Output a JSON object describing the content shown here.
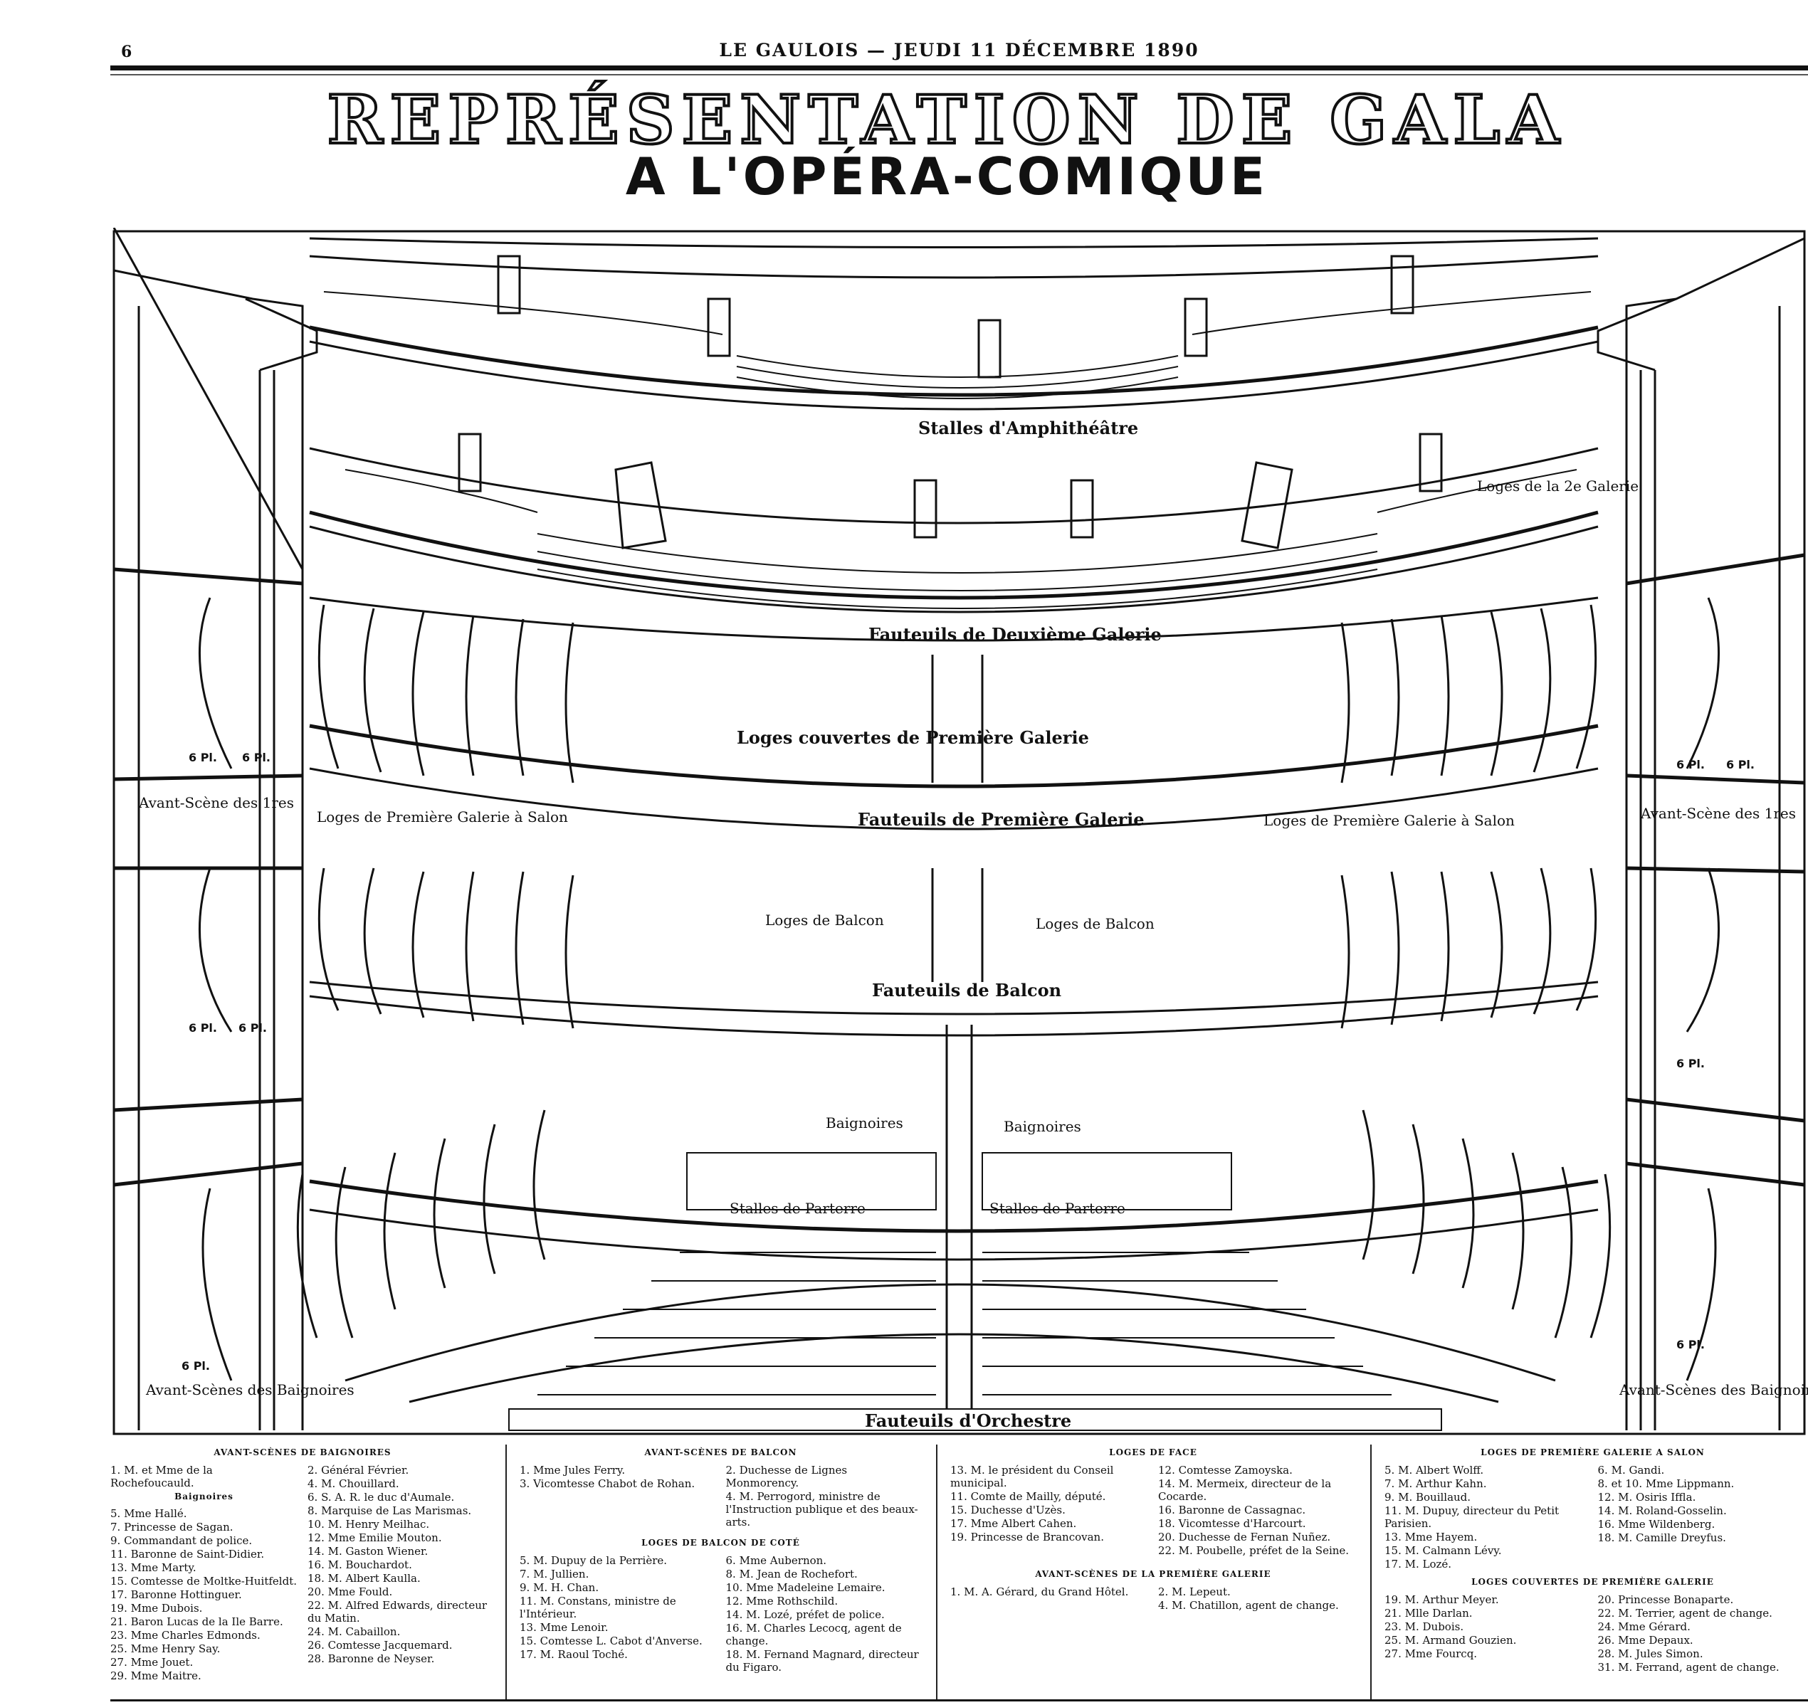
{
  "masthead": {
    "page_number": "6",
    "text": "LE GAULOIS — JEUDI 11 DÉCEMBRE 1890"
  },
  "title": "REPRÉSENTATION DE GALA",
  "subtitle": "A L'OPÉRA-COMIQUE",
  "plan": {
    "zones": {
      "amphitheatre": "Stalles d'Amphithéâtre",
      "deuxieme_galerie_fauteuils": "Fauteuils de Deuxième Galerie",
      "deuxieme_galerie_loges": "Loges de la 2e Galerie",
      "loges_couvertes": "Loges couvertes de Première Galerie",
      "premiere_galerie_fauteuils": "Fauteuils de Première Galerie",
      "loges_premiere_left": "Loges de Première Galerie à Salon",
      "loges_premiere_right": "Loges de Première Galerie à Salon",
      "avant_scene_left": "Avant-Scène des 1res",
      "avant_scene_right": "Avant-Scène des 1res",
      "loges_balcon_left": "Loges de Balcon",
      "loges_balcon_right": "Loges de Balcon",
      "fauteuils_balcon": "Fauteuils de Balcon",
      "baignoires_left": "Baignoires",
      "baignoires_right": "Baignoires",
      "stalles_parterre_left": "Stalles de Parterre",
      "stalles_parterre_right": "Stalles de Parterre",
      "fauteuils_orchestre": "Fauteuils d'Orchestre",
      "avant_scene_bottom_left": "Avant-Scènes des Baignoires",
      "avant_scene_bottom_right": "Avant-Scènes des Baignoires"
    },
    "seat_tag": "6 Pl."
  },
  "legend": {
    "col1": {
      "head": "AVANT-SCÈNES DE BAIGNOIRES",
      "left": [
        "1. M. et Mme de la Rochefoucauld.",
        "Baignoires",
        "5. Mme Hallé.",
        "7. Princesse de Sagan.",
        "9. Commandant de police.",
        "11. Baronne de Saint-Didier.",
        "13. Mme Marty.",
        "15. Comtesse de Moltke-Huitfeldt.",
        "17. Baronne Hottinguer.",
        "19. Mme Dubois.",
        "21. Baron Lucas de la Ile Barre.",
        "23. Mme Charles Edmonds.",
        "25. Mme Henry Say.",
        "27. Mme Jouet.",
        "29. Mme Maitre."
      ],
      "right": [
        "2. Général Février.",
        "4. M. Chouillard.",
        "",
        "6. S. A. R. le duc d'Aumale.",
        "8. Marquise de Las Marismas.",
        "10. M. Henry Meilhac.",
        "12. Mme Emilie Mouton.",
        "14. M. Gaston Wiener.",
        "16. M. Bouchardot.",
        "18. M. Albert Kaulla.",
        "20. Mme Fould.",
        "22. M. Alfred Edwards, directeur du Matin.",
        "24. M. Cabaillon.",
        "26. Comtesse Jacquemard.",
        "28. Baronne de Neyser."
      ]
    },
    "col2": {
      "head": "AVANT-SCÈNES DE BALCON",
      "left": [
        "1. Mme Jules Ferry.",
        "3. Vicomtesse Chabot de Rohan."
      ],
      "right": [
        "2. Duchesse de Lignes Monmorency.",
        "4. M. Perrogord, ministre de l'Instruction publique et des beaux-arts."
      ],
      "sub_head": "LOGES DE BALCON DE COTÉ",
      "sub_left": [
        "5. M. Dupuy de la Perrière.",
        "7. M. Jullien.",
        "9. M. H. Chan.",
        "11. M. Constans, ministre de l'Intérieur.",
        "13. Mme Lenoir.",
        "15. Comtesse L. Cabot d'Anverse.",
        "17. M. Raoul Toché."
      ],
      "sub_right": [
        "6. Mme Aubernon.",
        "8. M. Jean de Rochefort.",
        "10. Mme Madeleine Lemaire.",
        "12. Mme Rothschild.",
        "14. M. Lozé, préfet de police.",
        "16. M. Charles Lecocq, agent de change.",
        "18. M. Fernand Magnard, directeur du Figaro."
      ]
    },
    "col3": {
      "head": "LOGES DE FACE",
      "left": [
        "13. M. le président du Conseil municipal.",
        "11. Comte de Mailly, député.",
        "15. Duchesse d'Uzès.",
        "17. Mme Albert Cahen.",
        "19. Princesse de Brancovan."
      ],
      "right": [
        "12. Comtesse Zamoyska.",
        "14. M. Mermeix, directeur de la Cocarde.",
        "16. Baronne de Cassagnac.",
        "18. Vicomtesse d'Harcourt.",
        "20. Duchesse de Fernan Nuñez.",
        "22. M. Poubelle, préfet de la Seine."
      ],
      "sub_head": "AVANT-SCÈNES DE LA PREMIÈRE GALERIE",
      "sub_left": [
        "1. M. A. Gérard, du Grand Hôtel."
      ],
      "sub_right": [
        "2. M. Lepeut.",
        "4. M. Chatillon, agent de change."
      ]
    },
    "col4": {
      "head": "LOGES DE PREMIÈRE GALERIE A SALON",
      "left": [
        "5. M. Albert Wolff.",
        "7. M. Arthur Kahn.",
        "9. M. Bouillaud.",
        "11. M. Dupuy, directeur du Petit Parisien.",
        "13. Mme Hayem.",
        "15. M. Calmann Lévy.",
        "17. M. Lozé."
      ],
      "right": [
        "6. M. Gandi.",
        "8. et 10. Mme Lippmann.",
        "12. M. Osiris Iffla.",
        "14. M. Roland-Gosselin.",
        "16. Mme Wildenberg.",
        "18. M. Camille Dreyfus."
      ],
      "sub_head": "LOGES COUVERTES DE PREMIÈRE GALERIE",
      "sub_left": [
        "19. M. Arthur Meyer.",
        "21. Mlle Darlan.",
        "23. M. Dubois.",
        "25. M. Armand Gouzien.",
        "27. Mme Fourcq."
      ],
      "sub_right": [
        "20. Princesse Bonaparte.",
        "22. M. Terrier, agent de change.",
        "24. Mme Gérard.",
        "26. Mme Depaux.",
        "28. M. Jules Simon.",
        "31. M. Ferrand, agent de change."
      ]
    }
  }
}
